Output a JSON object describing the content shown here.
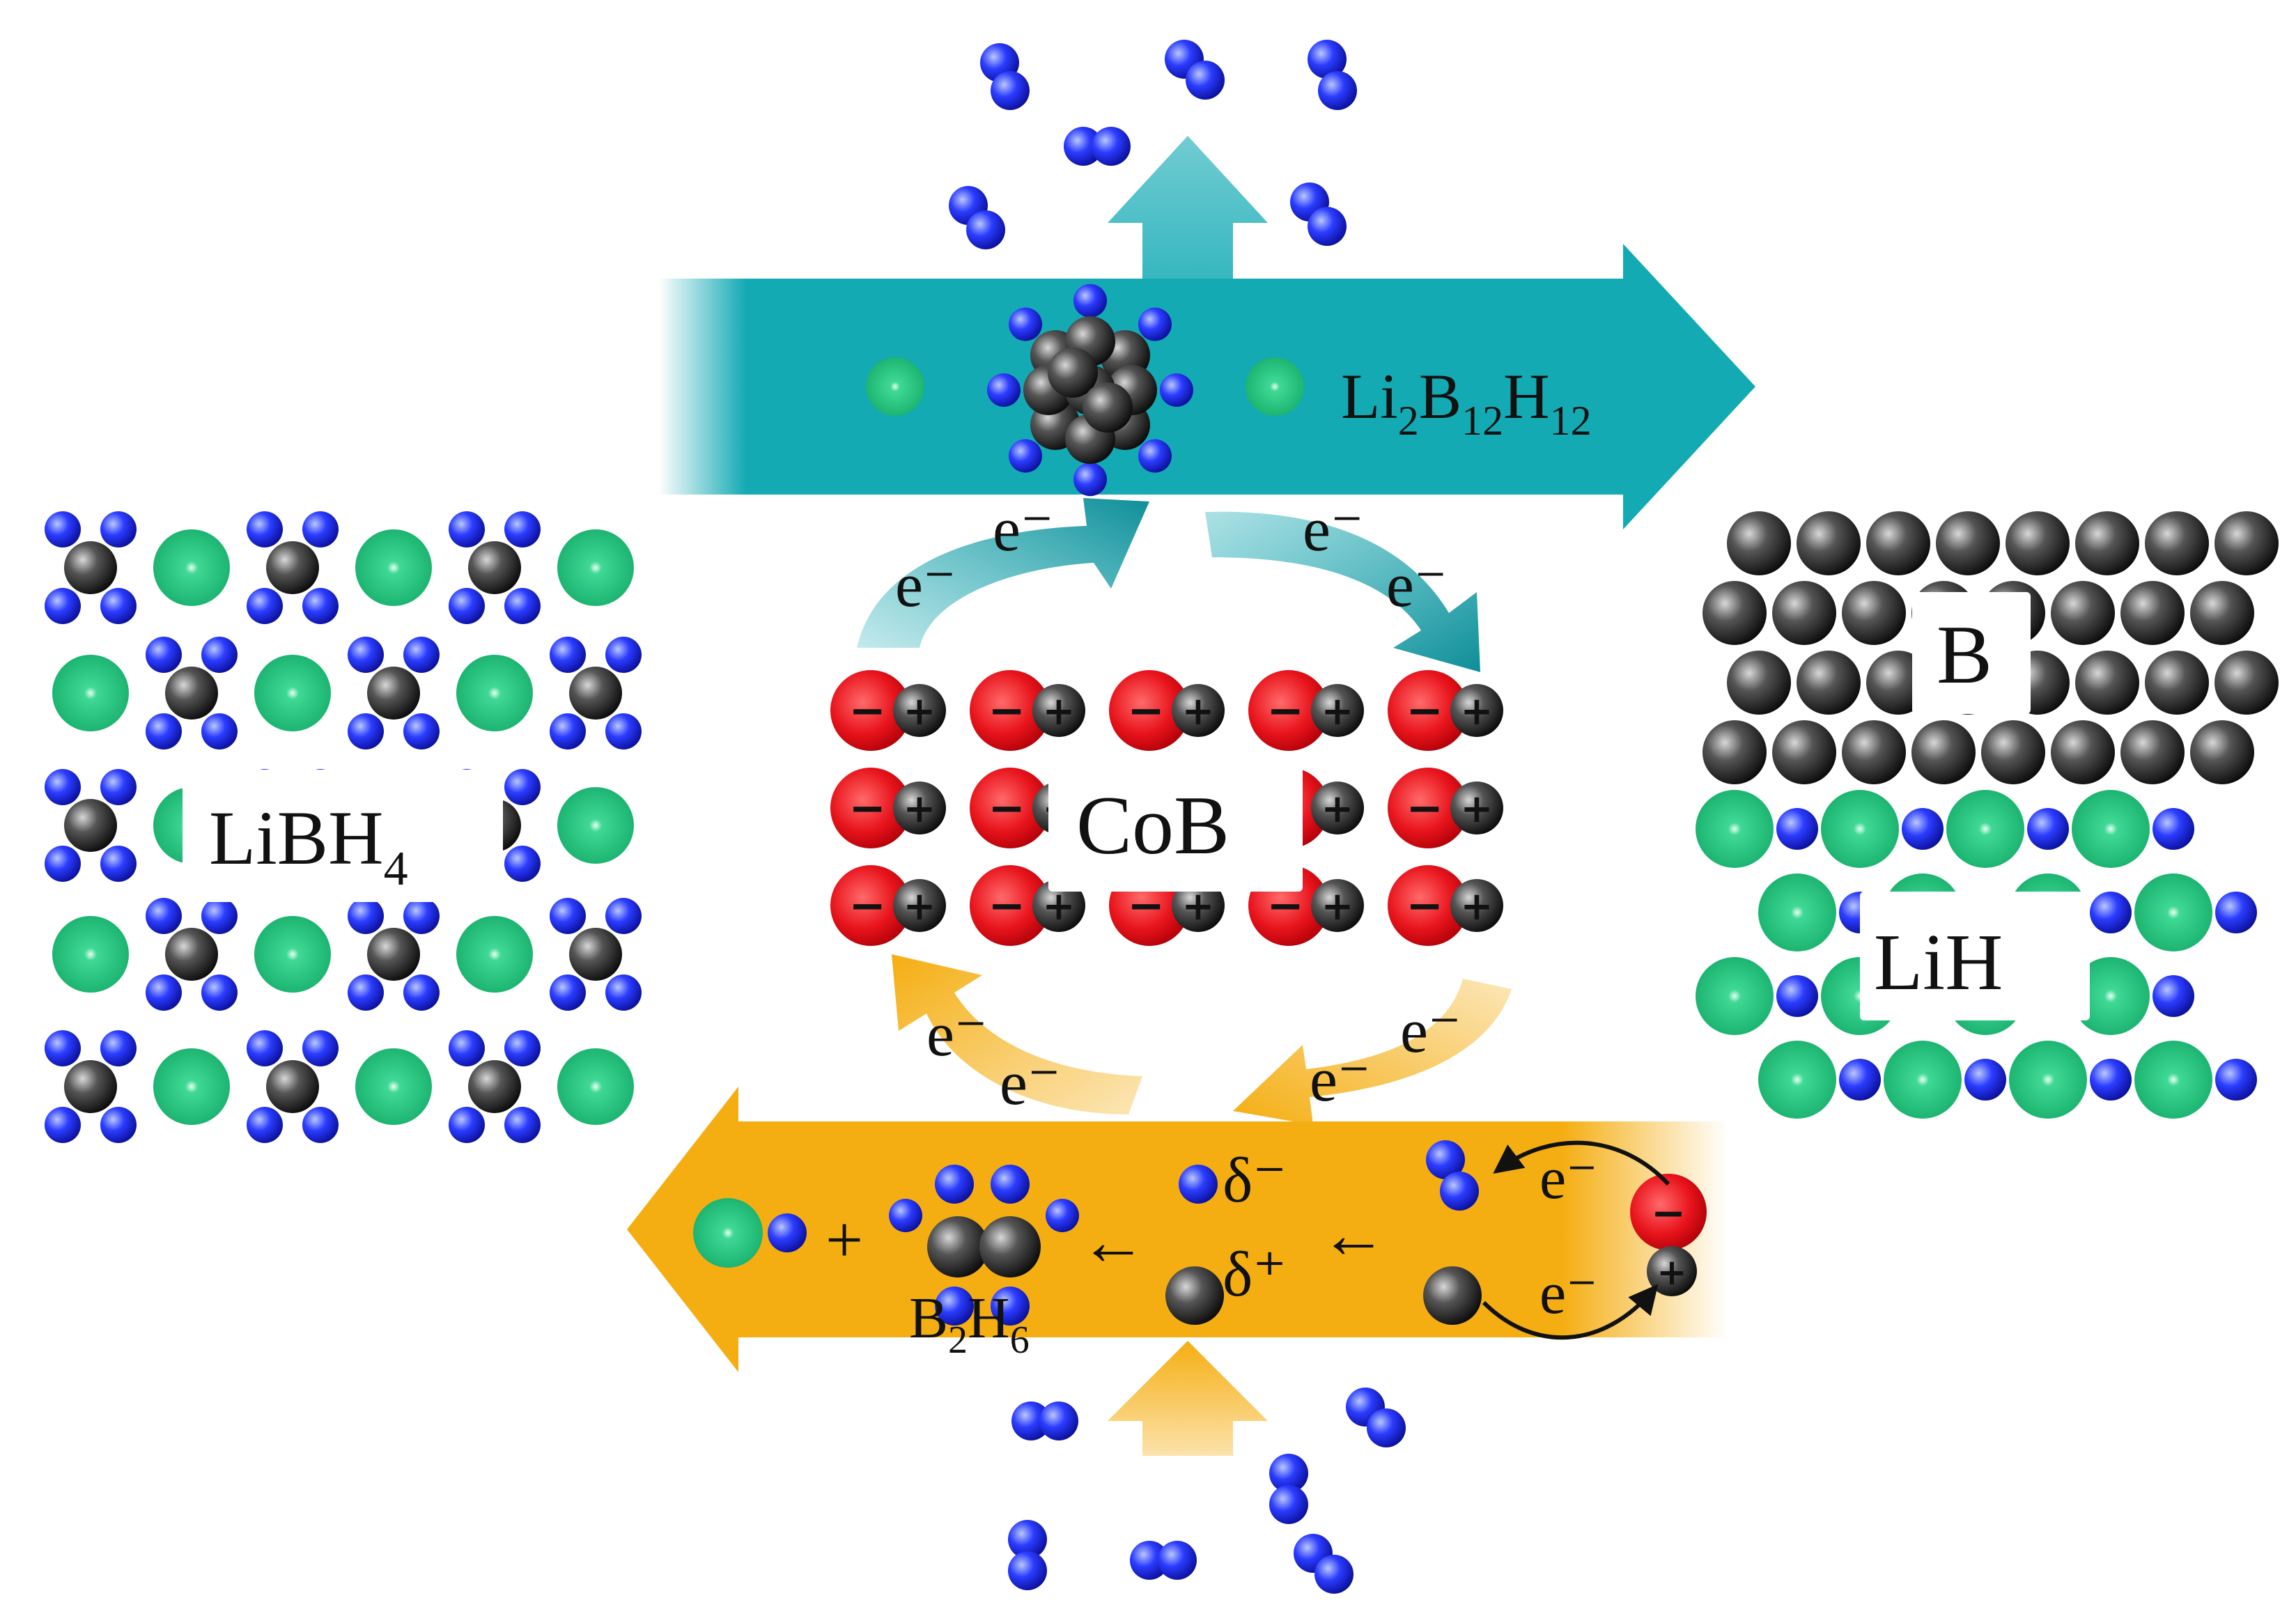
{
  "colors": {
    "teal": "#13aab4",
    "teal_dark": "#0e8e98",
    "orange": "#f5ae12",
    "hydrogen": "#1a1fe0",
    "boron": "#2a2a2a",
    "lithium": "#22c07a",
    "cobalt_red": "#e8141c"
  },
  "labels": {
    "libh4": {
      "main": "LiBH",
      "sub": "4"
    },
    "cob": "CoB",
    "boron": "B",
    "lih": "LiH",
    "li2b12h12": {
      "p1": "Li",
      "s1": "2",
      "p2": "B",
      "s2": "12",
      "p3": "H",
      "s3": "12"
    },
    "b2h6": {
      "p1": "B",
      "s1": "2",
      "p2": "H",
      "s2": "6"
    },
    "plus": "+",
    "delta_minus": "δ⁻",
    "delta_plus": "δ⁺",
    "electron": "e⁻",
    "anion_sign": "−",
    "cation_sign": "+",
    "arrow_left": "←"
  },
  "icons": {
    "hydrogen_atom": "blue-sphere",
    "boron_atom": "black-sphere",
    "lithium_atom": "green-sphere",
    "cobalt_anion": "red-sphere-minus",
    "boron_cation": "black-sphere-plus"
  }
}
